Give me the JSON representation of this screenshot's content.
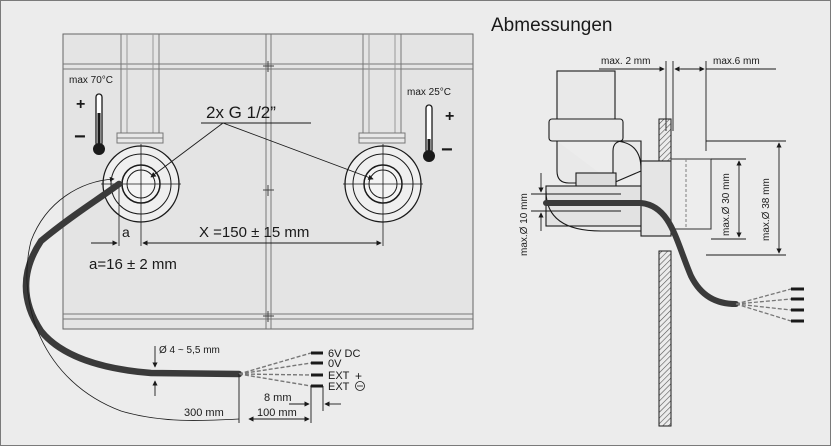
{
  "title": "Abmessungen",
  "left": {
    "hot_max": "max 70°C",
    "cold_max": "max 25°C",
    "plus": "+",
    "minus": "−",
    "thread": "2x G 1/2”",
    "a_short": "a",
    "spacing": "X =150 ± 15 mm",
    "a_value": "a=16 ± 2 mm",
    "cable_diameter": "Ø 4 ~ 5,5 mm",
    "wire_6v": "6V DC",
    "wire_0v": "0V",
    "wire_ext_plus": "EXT",
    "wire_ext_minus": "EXT",
    "len_300": "300 mm",
    "len_100": "100 mm",
    "len_8": "8 mm"
  },
  "right": {
    "max2": "max. 2 mm",
    "max6": "max.6 mm",
    "d10": "max.Ø 10 mm",
    "d30": "max.Ø 30 mm",
    "d38": "max.Ø 38 mm"
  },
  "colors": {
    "background": "#ececec",
    "line": "#1a1a1a",
    "cable": "#3a3a3a",
    "hatch": "#555555"
  }
}
